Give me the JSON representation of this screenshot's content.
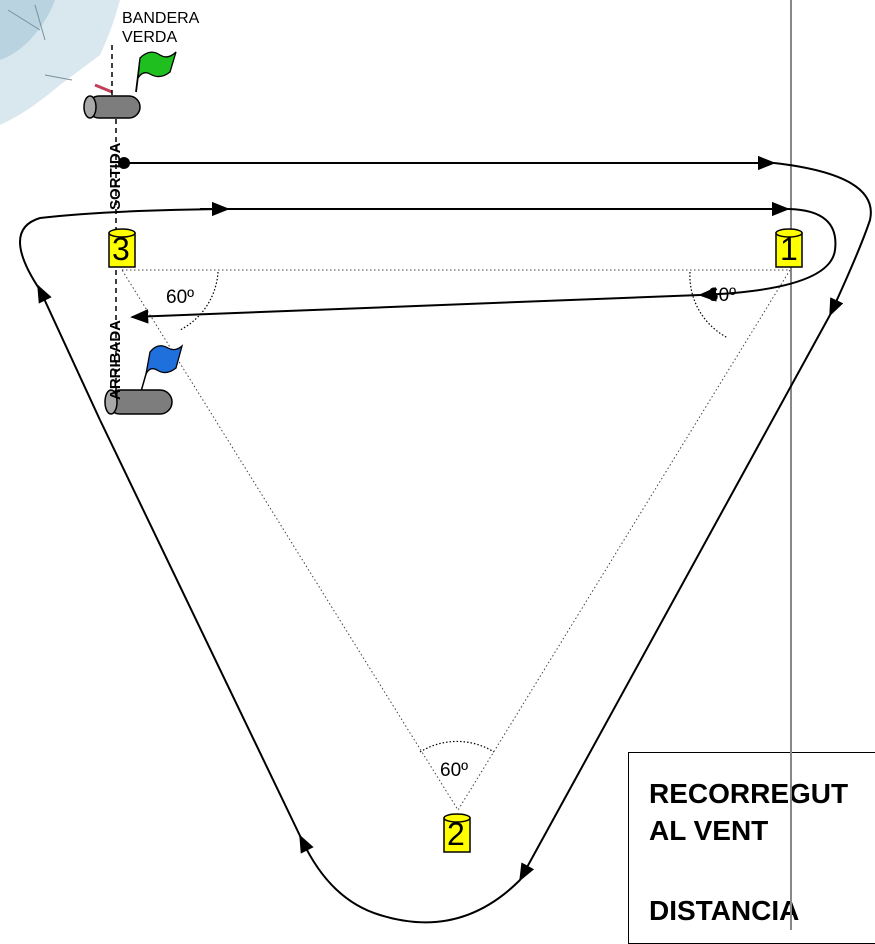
{
  "flags": {
    "green_label": "BANDERA VERDA",
    "green_label_line1": "BANDERA",
    "green_label_line2": "VERDA",
    "green_color": "#1fbf1f",
    "blue_color": "#1f6fdc"
  },
  "lines": {
    "start_label": "SORTIDA",
    "finish_label": "ARRIBADA"
  },
  "buoys": [
    {
      "id": "1",
      "color": "#ffff00"
    },
    {
      "id": "2",
      "color": "#ffff00"
    },
    {
      "id": "3",
      "color": "#ffff00"
    }
  ],
  "angles": [
    "60º",
    "60º",
    "60º"
  ],
  "info_box": {
    "line1": "RECORREGUT",
    "line2": "AL VENT",
    "line3": "DISTANCIA"
  }
}
